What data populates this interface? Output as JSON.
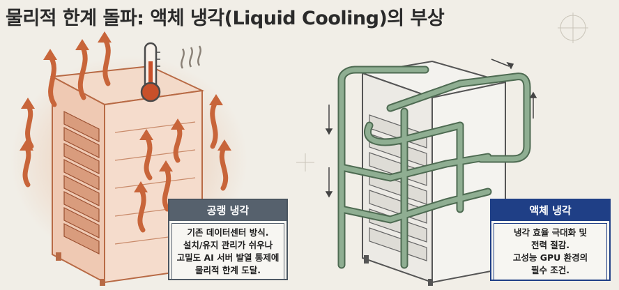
{
  "title": "물리적 한계 돌파: 액체 냉각(Liquid Cooling)의 부상",
  "air_card": {
    "heading": "공랭 냉각",
    "lines": [
      "기존 데이터센터 방식.",
      "설치/유지 관리가 쉬우나",
      "고밀도 AI 서버 발열 통제에",
      "물리적 한계 도달."
    ]
  },
  "liquid_card": {
    "heading": "액체 냉각",
    "lines": [
      "냉각 효율 극대화 및",
      "전력 절감.",
      "고성능 GPU 환경의",
      "필수 조건."
    ]
  },
  "colors": {
    "background": "#f1eee7",
    "heat": "#c8653a",
    "pipe": "#8fae92",
    "air_header": "#56616d",
    "liquid_header": "#1f3f86"
  },
  "icons": [
    "thermometer-icon",
    "heat-arrow-icon",
    "coolant-pipe-icon"
  ]
}
